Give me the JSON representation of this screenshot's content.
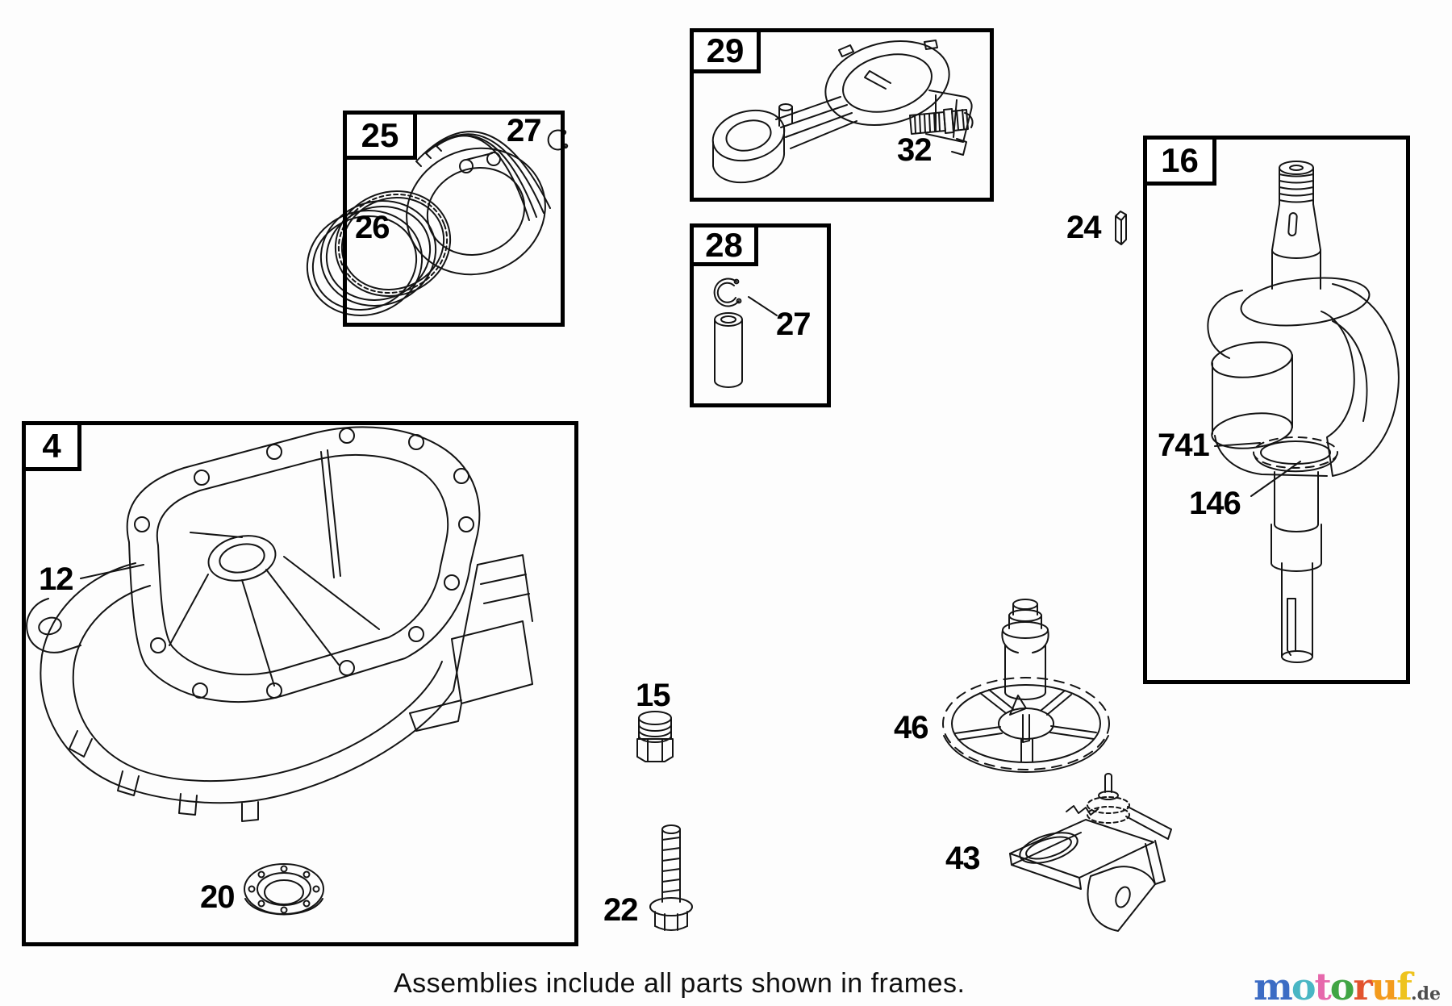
{
  "frames": {
    "conn_rod": {
      "number": "29"
    },
    "piston": {
      "number": "25"
    },
    "wrist_pin": {
      "number": "28"
    },
    "crankshaft": {
      "number": "16"
    },
    "crankcase": {
      "number": "4"
    }
  },
  "parts": {
    "retaining_ring_piston": {
      "number": "27"
    },
    "piston_rings": {
      "number": "26"
    },
    "rod_bolt": {
      "number": "32"
    },
    "retaining_ring_pin": {
      "number": "27"
    },
    "crank_key": {
      "number": "24"
    },
    "timing_gear": {
      "number": "741"
    },
    "gear_detail": {
      "number": "146"
    },
    "gasket": {
      "number": "12"
    },
    "oil_seal": {
      "number": "20"
    },
    "drain_plug": {
      "number": "15"
    },
    "sump_bolt": {
      "number": "22"
    },
    "cam_gear": {
      "number": "46"
    },
    "governor": {
      "number": "43"
    }
  },
  "footer": {
    "note": "Assemblies include all parts shown in frames."
  },
  "watermark": {
    "letters": [
      {
        "char": "m",
        "color": "#3c6cc4"
      },
      {
        "char": "o",
        "color": "#49b6c4"
      },
      {
        "char": "t",
        "color": "#e668ac"
      },
      {
        "char": "o",
        "color": "#41a544"
      },
      {
        "char": "r",
        "color": "#e2532e"
      },
      {
        "char": "u",
        "color": "#f39b1d"
      },
      {
        "char": "f",
        "color": "#eec31e"
      },
      {
        "char": ".de",
        "color": "#4d4d4d"
      }
    ]
  }
}
